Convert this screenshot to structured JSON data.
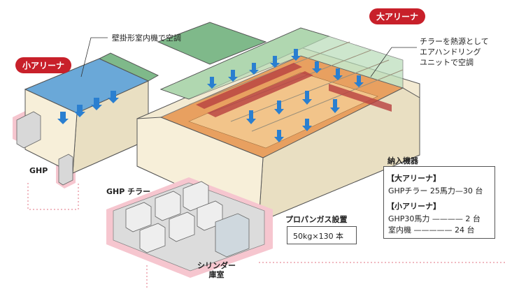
{
  "badges": {
    "small_arena": "小アリーナ",
    "large_arena": "大アリーナ"
  },
  "callouts": {
    "wall_unit": "壁掛形室内機で空調",
    "chiller_note": "チラーを熱源として\nエアハンドリング\nユニットで空調",
    "ghp": "GHP",
    "ghp_chiller": "GHP チラー",
    "propane_title": "プロパンガス設置",
    "propane_value": "50kg×130 本",
    "cylinder": "シリンダー\n庫室"
  },
  "equipment": {
    "title": "納入機器",
    "large_heading": "【大アリーナ】",
    "large_line": "GHPチラー 25馬力—30 台",
    "small_heading": "【小アリーナ】",
    "small_line1": "GHP30馬力 ———— 2 台",
    "small_line2": "室内機 ————— 24 台"
  },
  "colors": {
    "roof_green": "#7fb98a",
    "floor_orange": "#e8a060",
    "wall_cream": "#f3ead2",
    "accent_red": "#c8202a",
    "highlight_pink": "#f6c6cf",
    "arrow_blue": "#2a7fd0"
  }
}
